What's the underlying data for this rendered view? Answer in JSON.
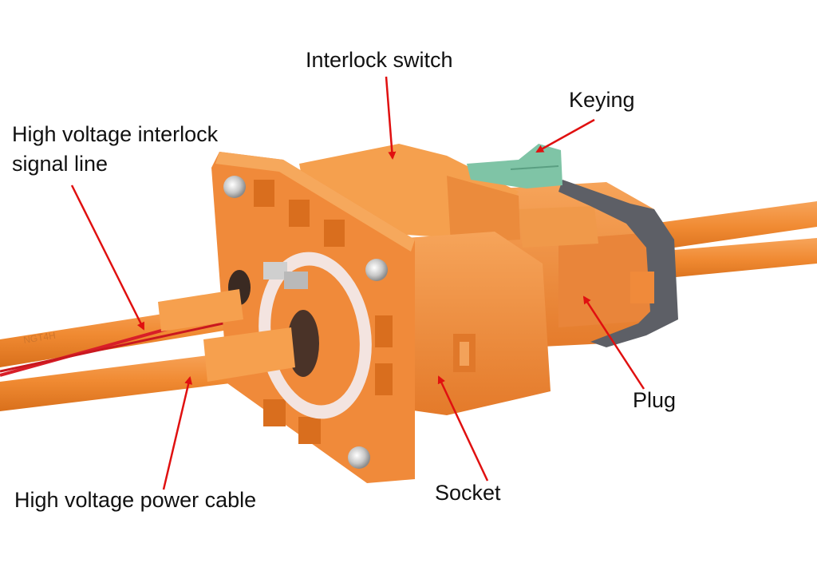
{
  "labels": {
    "interlock_switch": "Interlock switch",
    "keying": "Keying",
    "hv_interlock_signal_line_1": "High voltage interlock",
    "hv_interlock_signal_line_2": "signal line",
    "plug": "Plug",
    "socket": "Socket",
    "hv_power_cable": "High voltage power cable"
  },
  "colors": {
    "connector_orange": "#f28c3c",
    "arrow_red": "#e01010",
    "signal_wire_red": "#d81e28",
    "keying_green": "#7fc4a6",
    "clip_gray": "#5d5f66",
    "seal_white": "#f3e4e0",
    "background": "#ffffff"
  }
}
